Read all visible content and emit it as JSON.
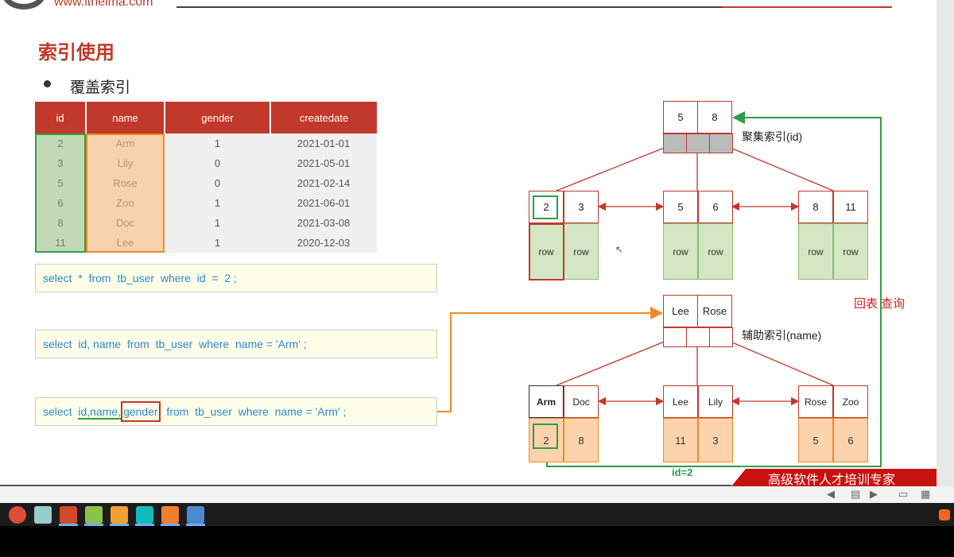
{
  "header": {
    "url": "www.itheima.com"
  },
  "slide": {
    "title": "索引使用",
    "bullet": "覆盖索引"
  },
  "table": {
    "headers": [
      "id",
      "name",
      "gender",
      "createdate"
    ],
    "rows": [
      [
        "2",
        "Arm",
        "1",
        "2021-01-01"
      ],
      [
        "3",
        "Lily",
        "0",
        "2021-05-01"
      ],
      [
        "5",
        "Rose",
        "0",
        "2021-02-14"
      ],
      [
        "6",
        "Zoo",
        "1",
        "2021-06-01"
      ],
      [
        "8",
        "Doc",
        "1",
        "2021-03-08"
      ],
      [
        "11",
        "Lee",
        "1",
        "2020-12-03"
      ]
    ]
  },
  "sql": {
    "q1": "select  *  from  tb_user  where  id  =  2 ;",
    "q2": "select  id, name  from  tb_user  where  name = 'Arm' ;",
    "q3a": "select  ",
    "q3b": "id,name,",
    "q3c": "gender",
    "q3d": "  from  tb_user  where  name = 'Arm' ;"
  },
  "clustered": {
    "label": "聚集索引(id)",
    "root": [
      "5",
      "8"
    ],
    "leaves": [
      [
        "2",
        "3"
      ],
      [
        "5",
        "6"
      ],
      [
        "8",
        "11"
      ]
    ],
    "row": "row"
  },
  "secondary": {
    "label": "辅助索引(name)",
    "root": [
      "Lee",
      "Rose"
    ],
    "leaves": [
      {
        "keys": [
          "Arm",
          "Doc"
        ],
        "vals": [
          "2",
          "8"
        ]
      },
      {
        "keys": [
          "Lee",
          "Lily"
        ],
        "vals": [
          "11",
          "3"
        ]
      },
      {
        "keys": [
          "Rose",
          "Zoo"
        ],
        "vals": [
          "5",
          "6"
        ]
      }
    ]
  },
  "annotations": {
    "lookup": "回表 查询",
    "id_eq": "id=2"
  },
  "banner": {
    "text": "高级软件人才培训专家"
  },
  "taskbar": {
    "apps": [
      "chrome",
      "paint",
      "powerpoint",
      "notepad",
      "virtualbox",
      "datagrip",
      "sublime",
      "remote-desktop"
    ]
  }
}
